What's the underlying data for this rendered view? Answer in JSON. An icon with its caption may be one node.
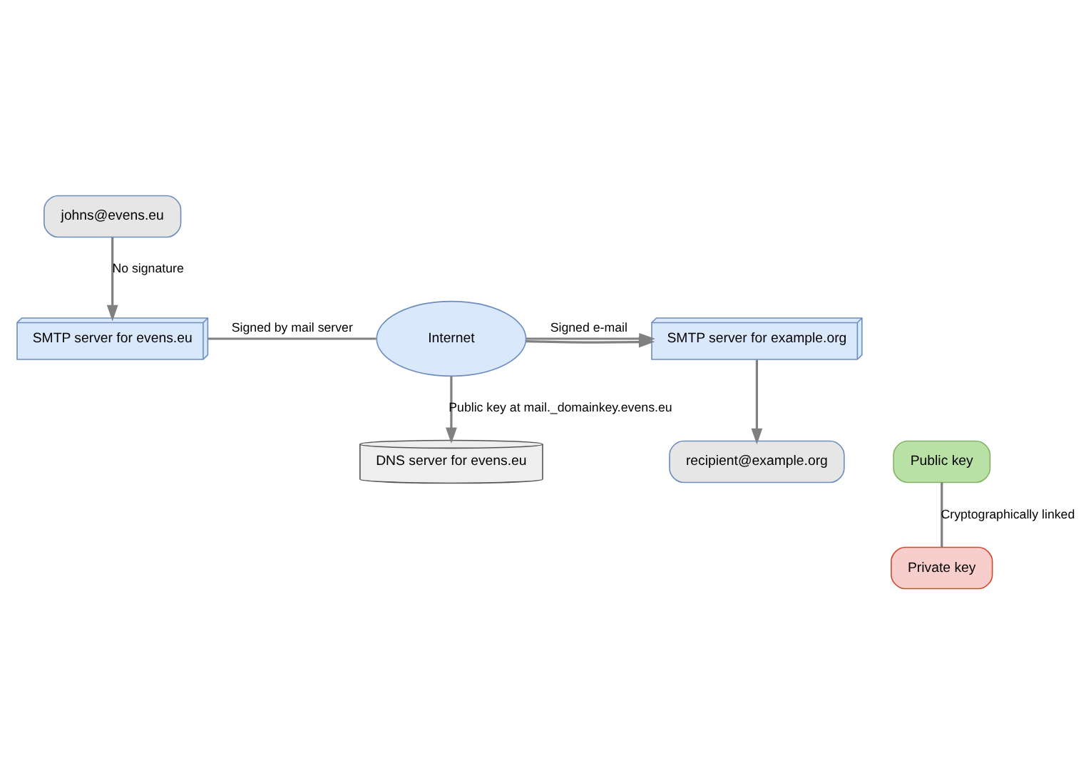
{
  "diagram": {
    "nodes": [
      {
        "text": [
          "DNS server for evens.eu"
        ]
      },
      {
        "text": [
          "SMTP server for example.org"
        ]
      },
      {
        "text": [
          "Internet"
        ]
      },
      {
        "text": [
          "SMTP server for evens.eu"
        ]
      },
      {
        "text": [
          "recipient@example.org"
        ]
      },
      {
        "text": [
          "johns@evens.eu"
        ]
      },
      {
        "text": [
          "Public key"
        ]
      },
      {
        "text": [
          "Private key"
        ]
      }
    ],
    "edges": [
      {
        "from": 2,
        "to": 0,
        "arrow": "to",
        "label": "Public key at mail._domainkey.evens.eu"
      },
      {
        "from": 2,
        "to": 1,
        "arrow": "to"
      },
      {
        "from": 2,
        "to": 1,
        "arrow": "to",
        "label": "Signed e-mail"
      },
      {
        "from": 3,
        "to": 2,
        "arrow": "none",
        "label": "Signed by mail server"
      },
      {
        "from": 1,
        "to": 4,
        "arrow": "to"
      },
      {
        "from": 5,
        "to": 3,
        "arrow": "to",
        "label": "No signature"
      },
      {
        "from": 6,
        "to": 7,
        "arrow": "none",
        "label": "Cryptographically linked"
      }
    ]
  }
}
